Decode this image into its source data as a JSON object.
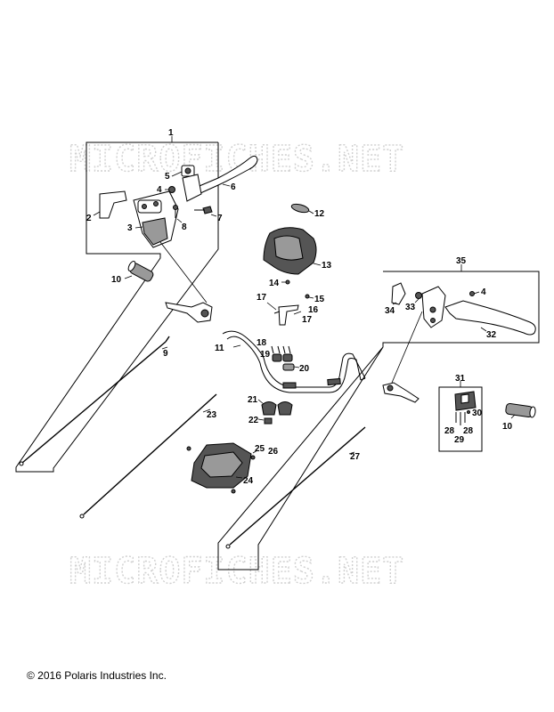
{
  "watermark": "MICROFICHES.NET",
  "copyright": "© 2016 Polaris Industries Inc.",
  "callouts": {
    "c1": "1",
    "c2": "2",
    "c3": "3",
    "c4a": "4",
    "c5": "5",
    "c6": "6",
    "c7": "7",
    "c8": "8",
    "c9": "9",
    "c10a": "10",
    "c11": "11",
    "c12": "12",
    "c13": "13",
    "c14": "14",
    "c15": "15",
    "c16": "16",
    "c17a": "17",
    "c17b": "17",
    "c18": "18",
    "c19": "19",
    "c20": "20",
    "c21": "21",
    "c22": "22",
    "c23": "23",
    "c24": "24",
    "c25": "25",
    "c26": "26",
    "c27": "27",
    "c28a": "28",
    "c28b": "28",
    "c29": "29",
    "c30": "30",
    "c31": "31",
    "c32": "32",
    "c33": "33",
    "c34": "34",
    "c35": "35",
    "c4b": "4",
    "c10b": "10"
  }
}
